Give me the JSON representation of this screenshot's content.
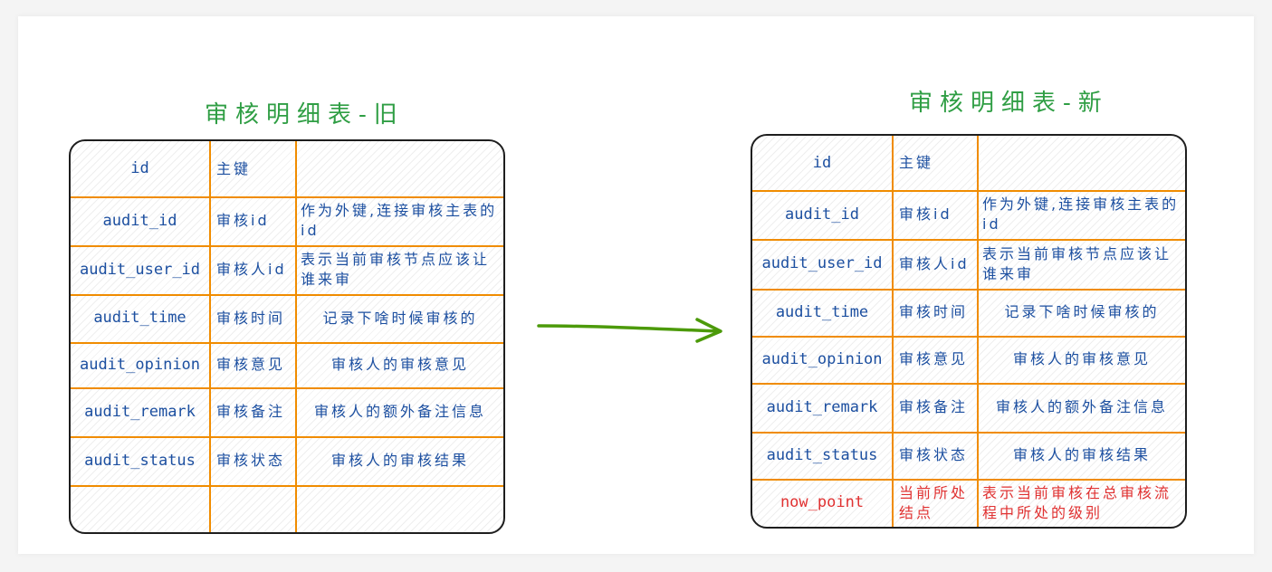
{
  "old_table": {
    "title": "审核明细表-旧",
    "rows": [
      {
        "field": "id",
        "name": "主键",
        "desc": ""
      },
      {
        "field": "audit_id",
        "name": "审核id",
        "desc": "作为外键,连接审核主表的id"
      },
      {
        "field": "audit_user_id",
        "name": "审核人id",
        "desc": "表示当前审核节点应该让谁来审"
      },
      {
        "field": "audit_time",
        "name": "审核时间",
        "desc": "记录下啥时候审核的"
      },
      {
        "field": "audit_opinion",
        "name": "审核意见",
        "desc": "审核人的审核意见"
      },
      {
        "field": "audit_remark",
        "name": "审核备注",
        "desc": "审核人的额外备注信息"
      },
      {
        "field": "audit_status",
        "name": "审核状态",
        "desc": "审核人的审核结果"
      },
      {
        "field": "",
        "name": "",
        "desc": ""
      }
    ]
  },
  "new_table": {
    "title": "审核明细表-新",
    "rows": [
      {
        "field": "id",
        "name": "主键",
        "desc": ""
      },
      {
        "field": "audit_id",
        "name": "审核id",
        "desc": "作为外键,连接审核主表的id"
      },
      {
        "field": "audit_user_id",
        "name": "审核人id",
        "desc": "表示当前审核节点应该让谁来审"
      },
      {
        "field": "audit_time",
        "name": "审核时间",
        "desc": "记录下啥时候审核的"
      },
      {
        "field": "audit_opinion",
        "name": "审核意见",
        "desc": "审核人的审核意见"
      },
      {
        "field": "audit_remark",
        "name": "审核备注",
        "desc": "审核人的额外备注信息"
      },
      {
        "field": "audit_status",
        "name": "审核状态",
        "desc": "审核人的审核结果"
      },
      {
        "field": "now_point",
        "name": "当前所处结点",
        "desc": "表示当前审核在总审核流程中所处的级别",
        "highlight": true
      }
    ]
  },
  "colors": {
    "title": "#2f9e44",
    "text": "#1c4fa0",
    "highlight": "#e03131",
    "grid": "#f08c00",
    "arrow": "#4c9a0a"
  }
}
